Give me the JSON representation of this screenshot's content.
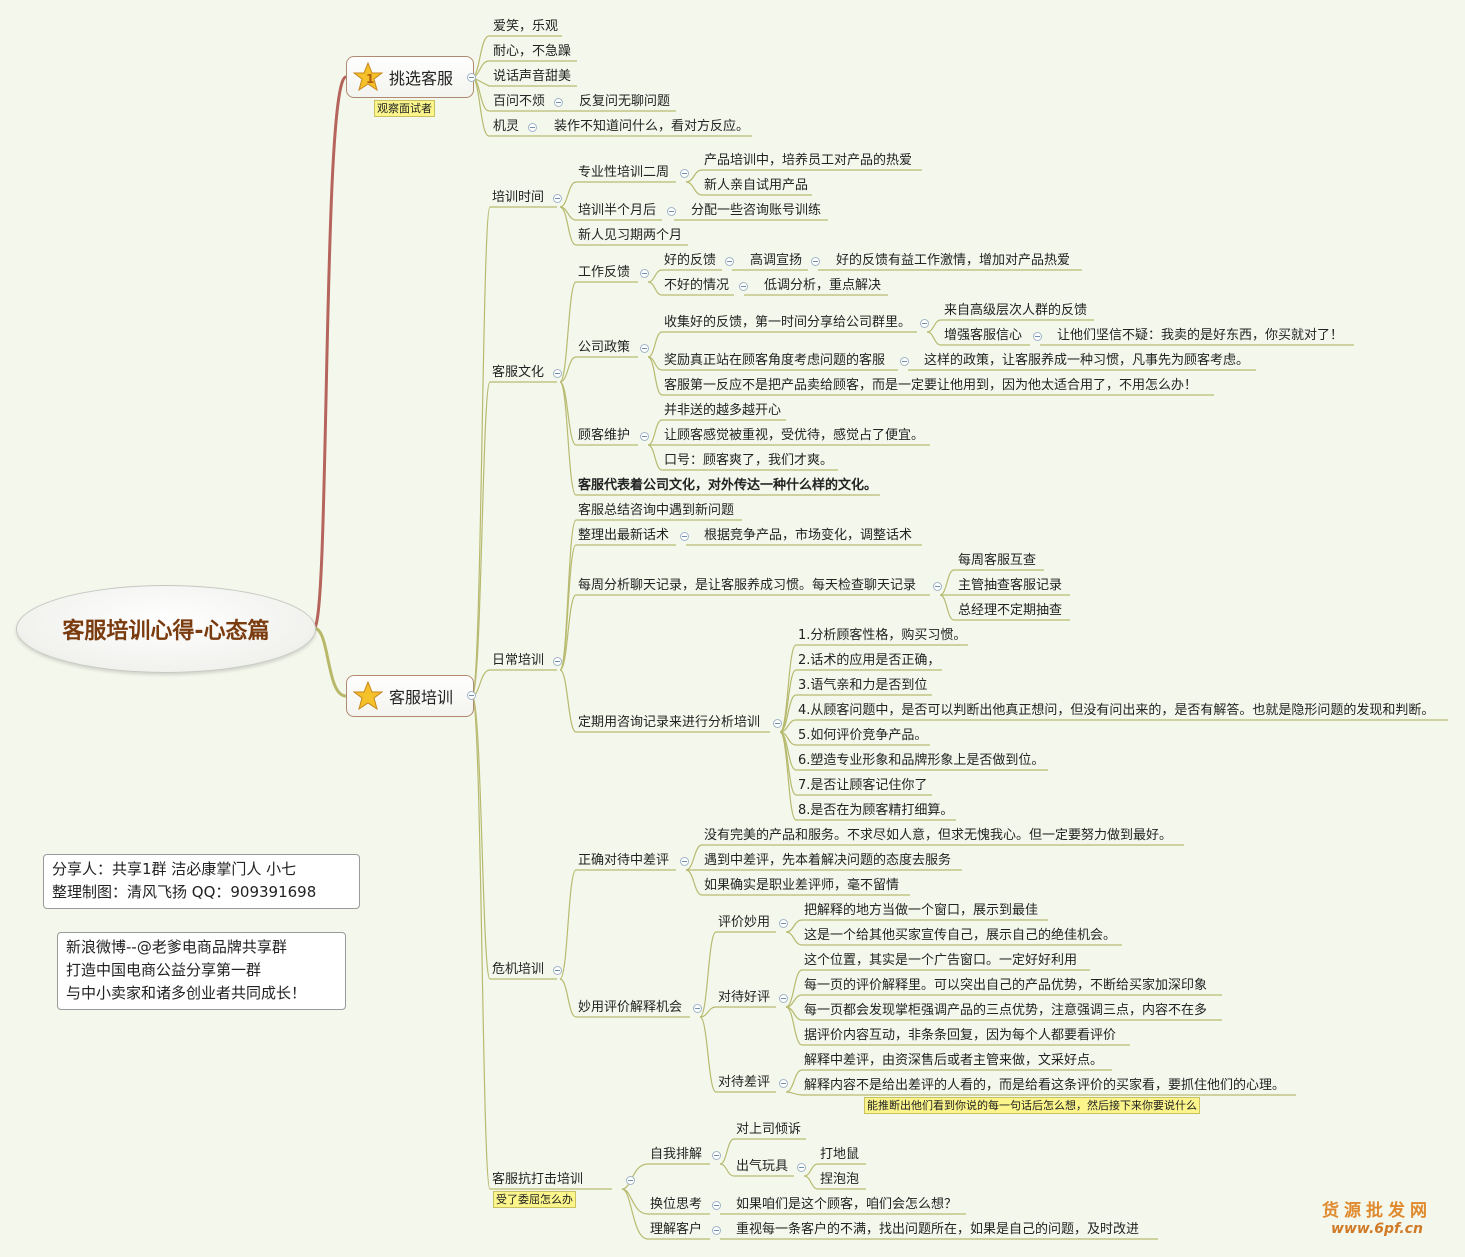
{
  "root": {
    "title": "客服培训心得-心态篇"
  },
  "branches": {
    "pick": {
      "label": "挑选客服",
      "note": "观察面试者",
      "items": [
        "爱笑，乐观",
        "耐心，不急躁",
        "说话声音甜美",
        "百问不烦",
        "反复问无聊问题",
        "机灵",
        "装作不知道问什么，看对方反应。"
      ]
    },
    "train": {
      "label": "客服培训"
    },
    "time": {
      "label": "培训时间",
      "items": [
        "专业性培训二周",
        "产品培训中，培养员工对产品的热爱",
        "新人亲自试用产品",
        "培训半个月后",
        "分配一些咨询账号训练",
        "新人见习期两个月"
      ]
    },
    "culture": {
      "label": "客服文化",
      "items": [
        "工作反馈",
        "好的反馈",
        "高调宣扬",
        "好的反馈有益工作激情，增加对产品热爱",
        "不好的情况",
        "低调分析，重点解决",
        "公司政策",
        "收集好的反馈，第一时间分享给公司群里。",
        "来自高级层次人群的反馈",
        "增强客服信心",
        "让他们坚信不疑：我卖的是好东西，你买就对了！",
        "奖励真正站在顾客角度考虑问题的客服",
        "这样的政策，让客服养成一种习惯，凡事先为顾客考虑。",
        "客服第一反应不是把产品卖给顾客，而是一定要让他用到，因为他太适合用了，不用怎么办！",
        "顾客维护",
        "并非送的越多越开心",
        "让顾客感觉被重视，受优待，感觉占了便宜。",
        "口号：顾客爽了，我们才爽。",
        "客服代表着公司文化，对外传达一种什么样的文化。"
      ]
    },
    "daily": {
      "label": "日常培训",
      "items": [
        "客服总结咨询中遇到新问题",
        "整理出最新话术",
        "根据竞争产品，市场变化，调整话术",
        "每周分析聊天记录，是让客服养成习惯。每天检查聊天记录",
        "每周客服互查",
        "主管抽查客服记录",
        "总经理不定期抽查",
        "定期用咨询记录来进行分析培训",
        "1.分析顾客性格，购买习惯。",
        "2.话术的应用是否正确，",
        "3.语气亲和力是否到位",
        "4.从顾客问题中，是否可以判断出他真正想问，但没有问出来的，是否有解答。也就是隐形问题的发现和判断。",
        "5.如何评价竞争产品。",
        "6.塑造专业形象和品牌形象上是否做到位。",
        "7.是否让顾客记住你了",
        "8.是否在为顾客精打细算。"
      ]
    },
    "crisis": {
      "label": "危机培训",
      "note": "能推断出他们看到你说的每一句话后怎么想，然后接下来你要说什么",
      "items": [
        "正确对待中差评",
        "没有完美的产品和服务。不求尽如人意，但求无愧我心。但一定要努力做到最好。",
        "遇到中差评，先本着解决问题的态度去服务",
        "如果确实是职业差评师，毫不留情",
        "妙用评价解释机会",
        "评价妙用",
        "把解释的地方当做一个窗口，展示到最佳",
        "这是一个给其他买家宣传自己，展示自己的绝佳机会。",
        "对待好评",
        "这个位置，其实是一个广告窗口。一定好好利用",
        "每一页的评价解释里。可以突出自己的产品优势，不断给买家加深印象",
        "每一页都会发现掌柜强调产品的三点优势，注意强调三点，内容不在多",
        "据评价内容互动，非条条回复，因为每个人都要看评价",
        "对待差评",
        "解释中差评，由资深售后或者主管来做，文采好点。",
        "解释内容不是给出差评的人看的，而是给看这条评价的买家看，要抓住他们的心理。"
      ]
    },
    "resist": {
      "label": "客服抗打击培训",
      "note": "受了委屈怎么办",
      "items": [
        "自我排解",
        "对上司倾诉",
        "出气玩具",
        "打地鼠",
        "捏泡泡",
        "换位思考",
        "如果咱们是这个顾客，咱们会怎么想？",
        "理解客户",
        "重视每一条客户的不满，找出问题所在，如果是自己的问题，及时改进"
      ]
    }
  },
  "credits": {
    "line1": "分享人：共享1群 洁必康掌门人 小七",
    "line2": "整理制图：清风飞扬 QQ：909391698"
  },
  "weibo": {
    "line1": "新浪微博--@老爹电商品牌共享群",
    "line2": "打造中国电商公益分享第一群",
    "line3": "与中小卖家和诸多创业者共同成长！"
  },
  "watermark": {
    "name": "货源批发网",
    "url": "www.6pf.cn"
  },
  "colors": {
    "top_branch": "#b5655c",
    "bottom_branch": "#b9b86a",
    "lines": "#b7ba6f",
    "root_text": "#7a3b0e"
  }
}
